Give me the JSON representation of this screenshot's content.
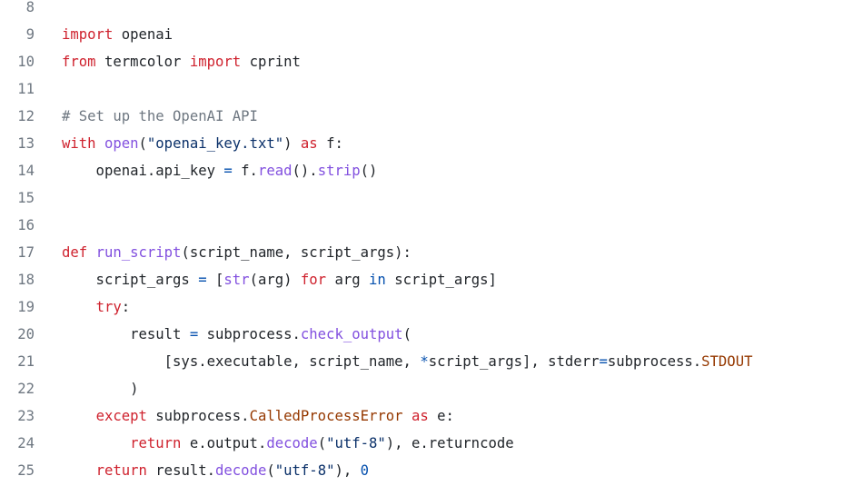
{
  "editor": {
    "lines": [
      {
        "n": "8",
        "tokens": []
      },
      {
        "n": "9",
        "tokens": [
          {
            "t": "import",
            "k": "kw"
          },
          {
            "t": " openai",
            "k": "pl"
          }
        ]
      },
      {
        "n": "10",
        "tokens": [
          {
            "t": "from",
            "k": "kw"
          },
          {
            "t": " termcolor ",
            "k": "pl"
          },
          {
            "t": "import",
            "k": "kw"
          },
          {
            "t": " cprint",
            "k": "pl"
          }
        ]
      },
      {
        "n": "11",
        "tokens": []
      },
      {
        "n": "12",
        "tokens": [
          {
            "t": "# Set up the OpenAI API",
            "k": "cm"
          }
        ]
      },
      {
        "n": "13",
        "tokens": [
          {
            "t": "with",
            "k": "kw"
          },
          {
            "t": " ",
            "k": "pl"
          },
          {
            "t": "open",
            "k": "fn"
          },
          {
            "t": "(",
            "k": "pl"
          },
          {
            "t": "\"openai_key.txt\"",
            "k": "str"
          },
          {
            "t": ") ",
            "k": "pl"
          },
          {
            "t": "as",
            "k": "kw"
          },
          {
            "t": " f:",
            "k": "pl"
          }
        ]
      },
      {
        "n": "14",
        "tokens": [
          {
            "t": "    openai.api_key ",
            "k": "pl"
          },
          {
            "t": "=",
            "k": "op"
          },
          {
            "t": " f.",
            "k": "pl"
          },
          {
            "t": "read",
            "k": "fn"
          },
          {
            "t": "().",
            "k": "pl"
          },
          {
            "t": "strip",
            "k": "fn"
          },
          {
            "t": "()",
            "k": "pl"
          }
        ]
      },
      {
        "n": "15",
        "tokens": []
      },
      {
        "n": "16",
        "tokens": []
      },
      {
        "n": "17",
        "tokens": [
          {
            "t": "def",
            "k": "kw"
          },
          {
            "t": " ",
            "k": "pl"
          },
          {
            "t": "run_script",
            "k": "fn"
          },
          {
            "t": "(script_name, script_args):",
            "k": "pl"
          }
        ]
      },
      {
        "n": "18",
        "tokens": [
          {
            "t": "    script_args ",
            "k": "pl"
          },
          {
            "t": "=",
            "k": "op"
          },
          {
            "t": " [",
            "k": "pl"
          },
          {
            "t": "str",
            "k": "fn"
          },
          {
            "t": "(arg) ",
            "k": "pl"
          },
          {
            "t": "for",
            "k": "kw"
          },
          {
            "t": " arg ",
            "k": "pl"
          },
          {
            "t": "in",
            "k": "op"
          },
          {
            "t": " script_args]",
            "k": "pl"
          }
        ]
      },
      {
        "n": "19",
        "tokens": [
          {
            "t": "    ",
            "k": "pl"
          },
          {
            "t": "try",
            "k": "kw"
          },
          {
            "t": ":",
            "k": "pl"
          }
        ]
      },
      {
        "n": "20",
        "tokens": [
          {
            "t": "        result ",
            "k": "pl"
          },
          {
            "t": "=",
            "k": "op"
          },
          {
            "t": " subprocess.",
            "k": "pl"
          },
          {
            "t": "check_output",
            "k": "fn"
          },
          {
            "t": "(",
            "k": "pl"
          }
        ]
      },
      {
        "n": "21",
        "tokens": [
          {
            "t": "            [sys.executable, script_name, ",
            "k": "pl"
          },
          {
            "t": "*",
            "k": "op"
          },
          {
            "t": "script_args], stderr",
            "k": "pl"
          },
          {
            "t": "=",
            "k": "op"
          },
          {
            "t": "subprocess.",
            "k": "pl"
          },
          {
            "t": "STDOUT",
            "k": "cls"
          }
        ]
      },
      {
        "n": "22",
        "tokens": [
          {
            "t": "        )",
            "k": "pl"
          }
        ]
      },
      {
        "n": "23",
        "tokens": [
          {
            "t": "    ",
            "k": "pl"
          },
          {
            "t": "except",
            "k": "kw"
          },
          {
            "t": " subprocess.",
            "k": "pl"
          },
          {
            "t": "CalledProcessError",
            "k": "cls"
          },
          {
            "t": " ",
            "k": "pl"
          },
          {
            "t": "as",
            "k": "kw"
          },
          {
            "t": " e:",
            "k": "pl"
          }
        ]
      },
      {
        "n": "24",
        "tokens": [
          {
            "t": "        ",
            "k": "pl"
          },
          {
            "t": "return",
            "k": "kw"
          },
          {
            "t": " e.output.",
            "k": "pl"
          },
          {
            "t": "decode",
            "k": "fn"
          },
          {
            "t": "(",
            "k": "pl"
          },
          {
            "t": "\"utf-8\"",
            "k": "str"
          },
          {
            "t": "), e.returncode",
            "k": "pl"
          }
        ]
      },
      {
        "n": "25",
        "tokens": [
          {
            "t": "    ",
            "k": "pl"
          },
          {
            "t": "return",
            "k": "kw"
          },
          {
            "t": " result.",
            "k": "pl"
          },
          {
            "t": "decode",
            "k": "fn"
          },
          {
            "t": "(",
            "k": "pl"
          },
          {
            "t": "\"utf-8\"",
            "k": "str"
          },
          {
            "t": "), ",
            "k": "pl"
          },
          {
            "t": "0",
            "k": "num"
          }
        ]
      }
    ]
  }
}
